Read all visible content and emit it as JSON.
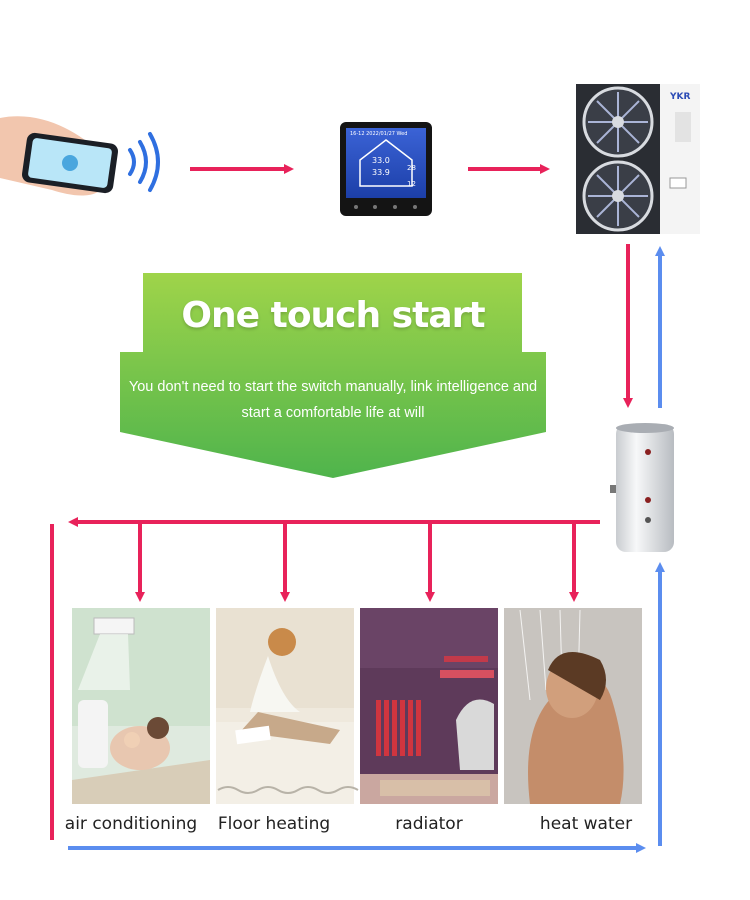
{
  "banner": {
    "title": "One touch start",
    "subtitle_line1": "You don't need to start the switch manually, link intelligence and",
    "subtitle_line2": "start a comfortable life at will"
  },
  "devices": {
    "heat_pump_brand": "YKR",
    "controller_screen": {
      "date": "16-12 2022/01/27 Wed",
      "temp_1": "33.0",
      "temp_2": "33.9",
      "temp_3": "28",
      "temp_4": "12"
    }
  },
  "applications": [
    {
      "label": "air conditioning"
    },
    {
      "label": "Floor heating"
    },
    {
      "label": "radiator"
    },
    {
      "label": "heat water"
    }
  ],
  "colors": {
    "hot_arrow": "#e8225a",
    "cold_arrow": "#5b8def",
    "banner_top": "#8ccc3c",
    "banner_bottom": "#52b84a"
  }
}
